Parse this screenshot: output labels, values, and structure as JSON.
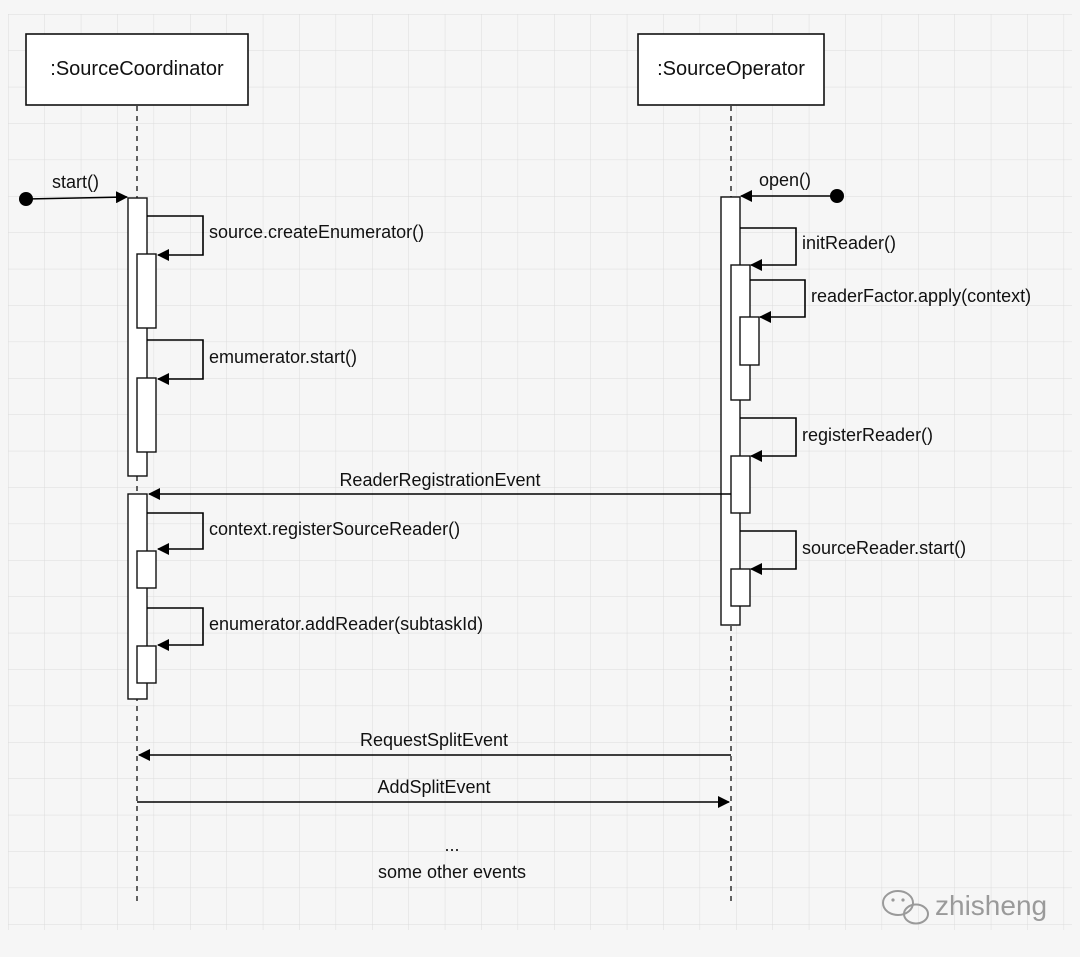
{
  "participants": {
    "coordinator": ":SourceCoordinator",
    "operator": ":SourceOperator"
  },
  "coordinator_calls": {
    "start": "start()",
    "create_enumerator": "source.createEnumerator()",
    "enumerator_start": "emumerator.start()",
    "register_source_reader": "context.registerSourceReader()",
    "add_reader": "enumerator.addReader(subtaskId)"
  },
  "operator_calls": {
    "open": "open()",
    "init_reader": "initReader()",
    "reader_factory_apply": "readerFactor.apply(context)",
    "register_reader": "registerReader()",
    "source_reader_start": "sourceReader.start()"
  },
  "messages": {
    "reader_registration": "ReaderRegistrationEvent",
    "request_split": "RequestSplitEvent",
    "add_split": "AddSplitEvent"
  },
  "footer": {
    "ellipsis": "...",
    "other_events": "some other events"
  },
  "watermark": "zhisheng"
}
